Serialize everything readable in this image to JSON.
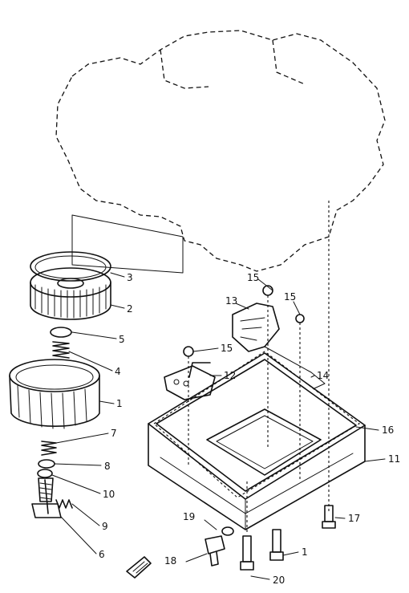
{
  "callouts": {
    "c1_filter_case": "1",
    "c1_bolt": "1",
    "c2": "2",
    "c3": "3",
    "c4": "4",
    "c5": "5",
    "c6": "6",
    "c7": "7",
    "c8": "8",
    "c9": "9",
    "c10": "10",
    "c11": "11",
    "c12": "12",
    "c13": "13",
    "c14": "14",
    "c15_a": "15",
    "c15_b": "15",
    "c15_c": "15",
    "c16": "16",
    "c17": "17",
    "c18": "18",
    "c19": "19",
    "c20": "20"
  }
}
